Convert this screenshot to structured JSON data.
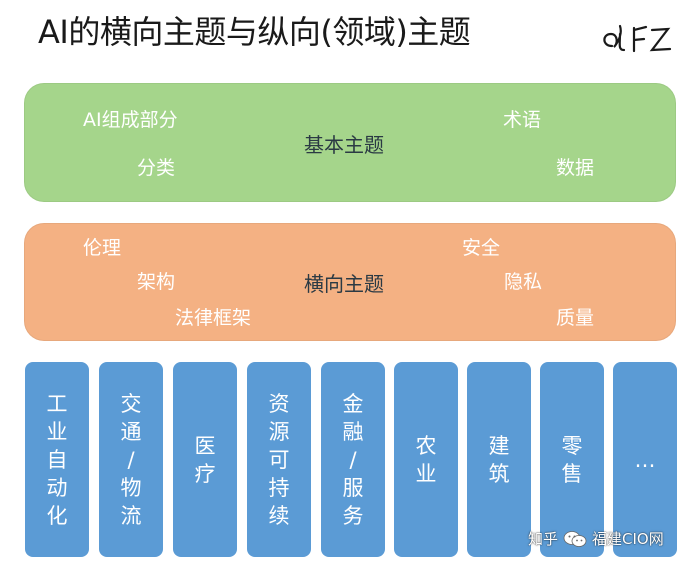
{
  "title": "AI的横向主题与纵向(领域)主题",
  "signature": "aFZ",
  "basic_band": {
    "center": "基本主题",
    "items": [
      "AI组成部分",
      "术语",
      "分类",
      "数据"
    ]
  },
  "horizontal_band": {
    "center": "横向主题",
    "items": [
      "伦理",
      "安全",
      "架构",
      "隐私",
      "法律框架",
      "质量"
    ]
  },
  "vertical_domains": [
    {
      "chars": [
        "工",
        "业",
        "自",
        "动",
        "化"
      ]
    },
    {
      "chars": [
        "交",
        "通",
        "/",
        "物",
        "流"
      ]
    },
    {
      "chars": [
        "医",
        "疗"
      ]
    },
    {
      "chars": [
        "资",
        "源",
        "可",
        "持",
        "续"
      ]
    },
    {
      "chars": [
        "金",
        "融",
        "/",
        "服",
        "务"
      ]
    },
    {
      "chars": [
        "农",
        "业"
      ]
    },
    {
      "chars": [
        "建",
        "筑"
      ]
    },
    {
      "chars": [
        "零",
        "售"
      ]
    },
    {
      "chars": [
        "…"
      ]
    }
  ],
  "watermark": {
    "left": "知乎",
    "right": "福建CIO网"
  },
  "colors": {
    "basic_band": "#a5d58b",
    "horizontal_band": "#f4b183",
    "domain_column": "#5b9bd5"
  }
}
